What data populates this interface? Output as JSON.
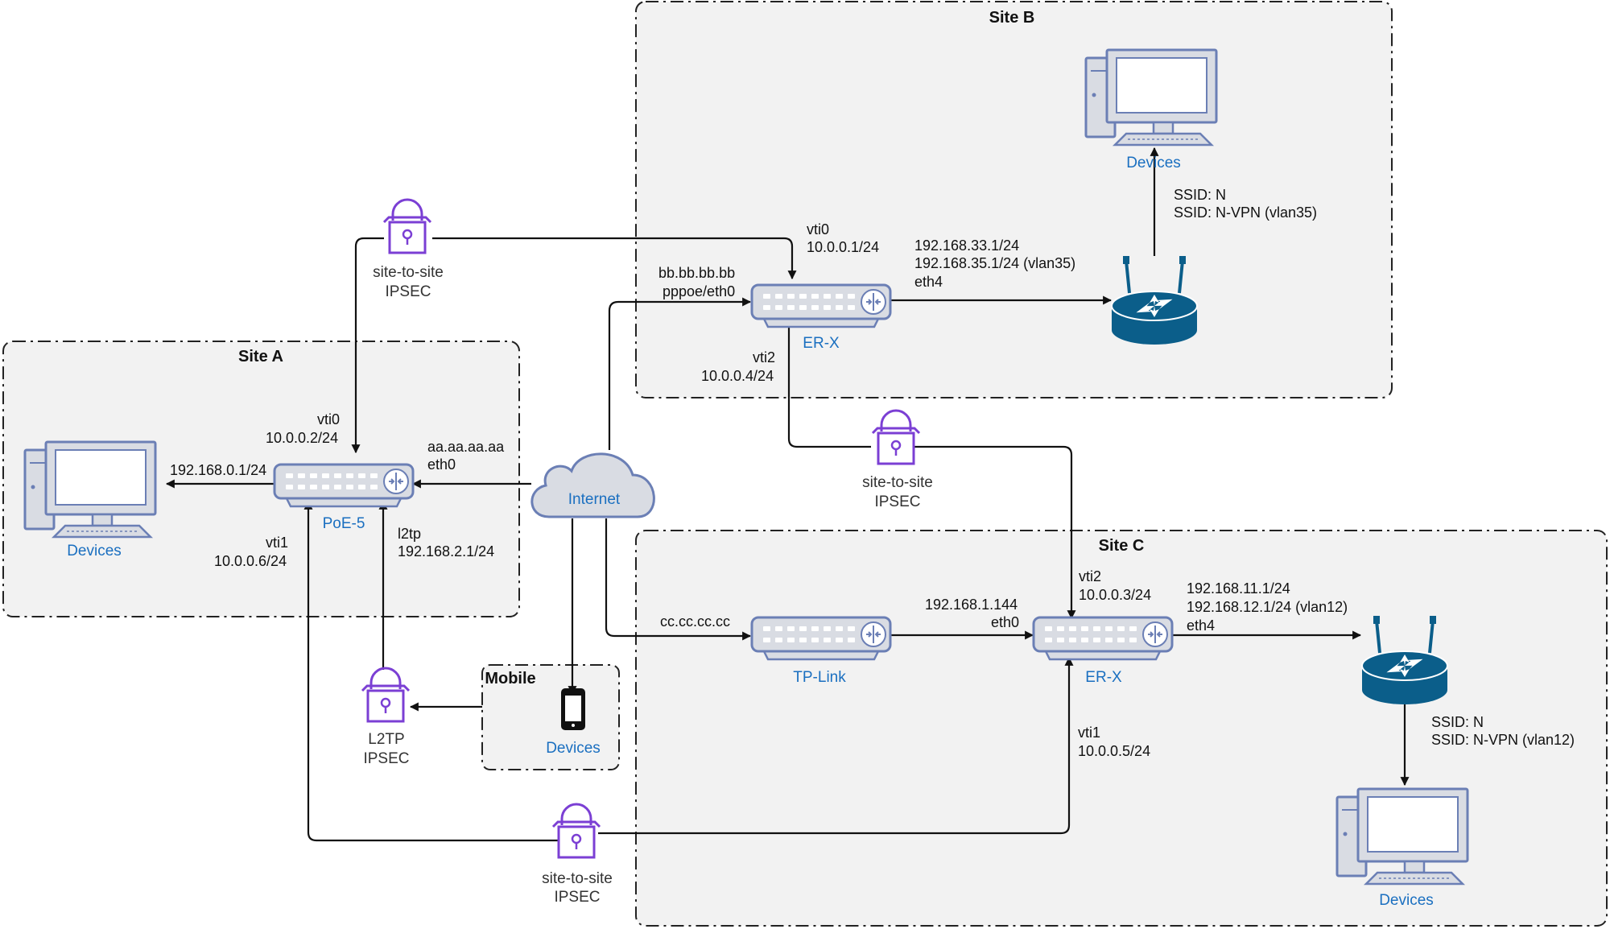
{
  "sites": {
    "site_a": "Site A",
    "site_b": "Site B",
    "site_c": "Site C",
    "mobile": "Mobile"
  },
  "nodes": {
    "internet": "Internet",
    "poe5": "PoE-5",
    "erx_b": "ER-X",
    "erx_c": "ER-X",
    "tplink": "TP-Link",
    "devices_a": "Devices",
    "devices_b": "Devices",
    "devices_c": "Devices",
    "devices_mobile": "Devices"
  },
  "vpns": {
    "top": [
      "site-to-site",
      "IPSEC"
    ],
    "middle": [
      "site-to-site",
      "IPSEC"
    ],
    "bottom": [
      "site-to-site",
      "IPSEC"
    ],
    "l2tp": [
      "L2TP",
      "IPSEC"
    ]
  },
  "labels": {
    "b_vti0": [
      "vti0",
      "10.0.0.1/24"
    ],
    "b_wan": [
      "bb.bb.bb.bb",
      "pppoe/eth0"
    ],
    "b_lan": [
      "192.168.33.1/24",
      "192.168.35.1/24 (vlan35)",
      "eth4"
    ],
    "b_ssid": [
      "SSID: N",
      "SSID: N-VPN (vlan35)"
    ],
    "b_vti2": [
      "vti2",
      "10.0.0.4/24"
    ],
    "a_vti0": [
      "vti0",
      "10.0.0.2/24"
    ],
    "a_wan": [
      "aa.aa.aa.aa",
      "eth0"
    ],
    "a_lan": "192.168.0.1/24",
    "a_vti1": [
      "vti1",
      "10.0.0.6/24"
    ],
    "a_l2tp": [
      "l2tp",
      "192.168.2.1/24"
    ],
    "c_wan": "cc.cc.cc.cc",
    "c_tplink": [
      "192.168.1.144",
      "eth0"
    ],
    "c_vti2": [
      "vti2",
      "10.0.0.3/24"
    ],
    "c_lan": [
      "192.168.11.1/24",
      "192.168.12.1/24 (vlan12)",
      "eth4"
    ],
    "c_ssid": [
      "SSID: N",
      "SSID: N-VPN (vlan12)"
    ],
    "c_vti1": [
      "vti1",
      "10.0.0.5/24"
    ]
  },
  "colors": {
    "device_stroke": "#6b7fb5",
    "device_fill": "#d9dce3",
    "router_blue": "#0b5e8a",
    "vpn_purple": "#7b3fd4",
    "node_label_blue": "#1a6fc0",
    "region_fill": "#f2f2f2"
  },
  "icons": {
    "computer": "desktop-computer-icon",
    "switch": "network-switch-icon",
    "router": "wireless-router-icon",
    "vpn": "padlock-vpn-icon",
    "cloud": "cloud-icon",
    "phone": "smartphone-icon"
  }
}
